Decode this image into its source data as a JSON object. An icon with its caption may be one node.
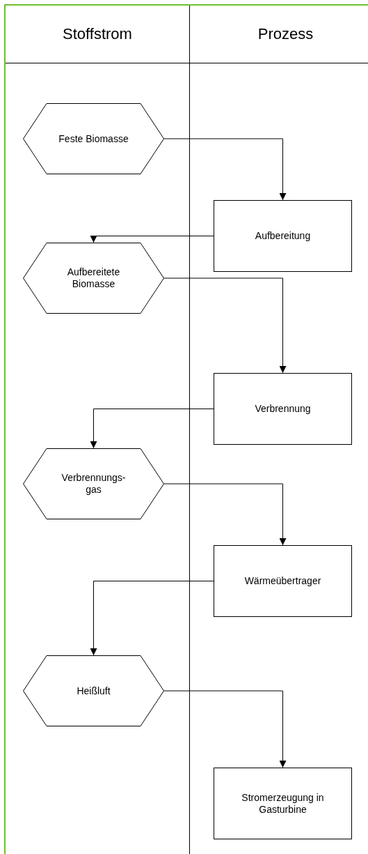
{
  "diagram": {
    "nodes": [
      {
        "text": [
          "Stoffstrom"
        ]
      },
      {
        "text": [
          "Prozess"
        ]
      },
      {
        "text": [
          "Feste Biomasse"
        ],
        "in": 0
      },
      {
        "text": [
          "Aufbereitung"
        ],
        "in": 1
      },
      {
        "text": [
          "Aufbereitete Biomasse"
        ],
        "in": 0
      },
      {
        "text": [
          "Verbrennung"
        ],
        "in": 1
      },
      {
        "text": [
          "Verbrennungs-gas"
        ],
        "in": 0
      },
      {
        "text": [
          "Wärmeübertrager"
        ],
        "in": 1
      },
      {
        "text": [
          "Heißluft"
        ],
        "in": 0
      },
      {
        "text": [
          "Stromerzeugung in Gasturbine"
        ],
        "in": 1
      }
    ],
    "edges": [
      {
        "from": 2,
        "to": 3,
        "arrow": "to"
      },
      {
        "from": 3,
        "to": 4,
        "arrow": "to"
      },
      {
        "from": 4,
        "to": 5,
        "arrow": "to"
      },
      {
        "from": 5,
        "to": 6,
        "arrow": "to"
      },
      {
        "from": 6,
        "to": 7,
        "arrow": "to"
      },
      {
        "from": 7,
        "to": 8,
        "arrow": "to"
      },
      {
        "from": 8,
        "to": 9,
        "arrow": "to"
      }
    ]
  }
}
